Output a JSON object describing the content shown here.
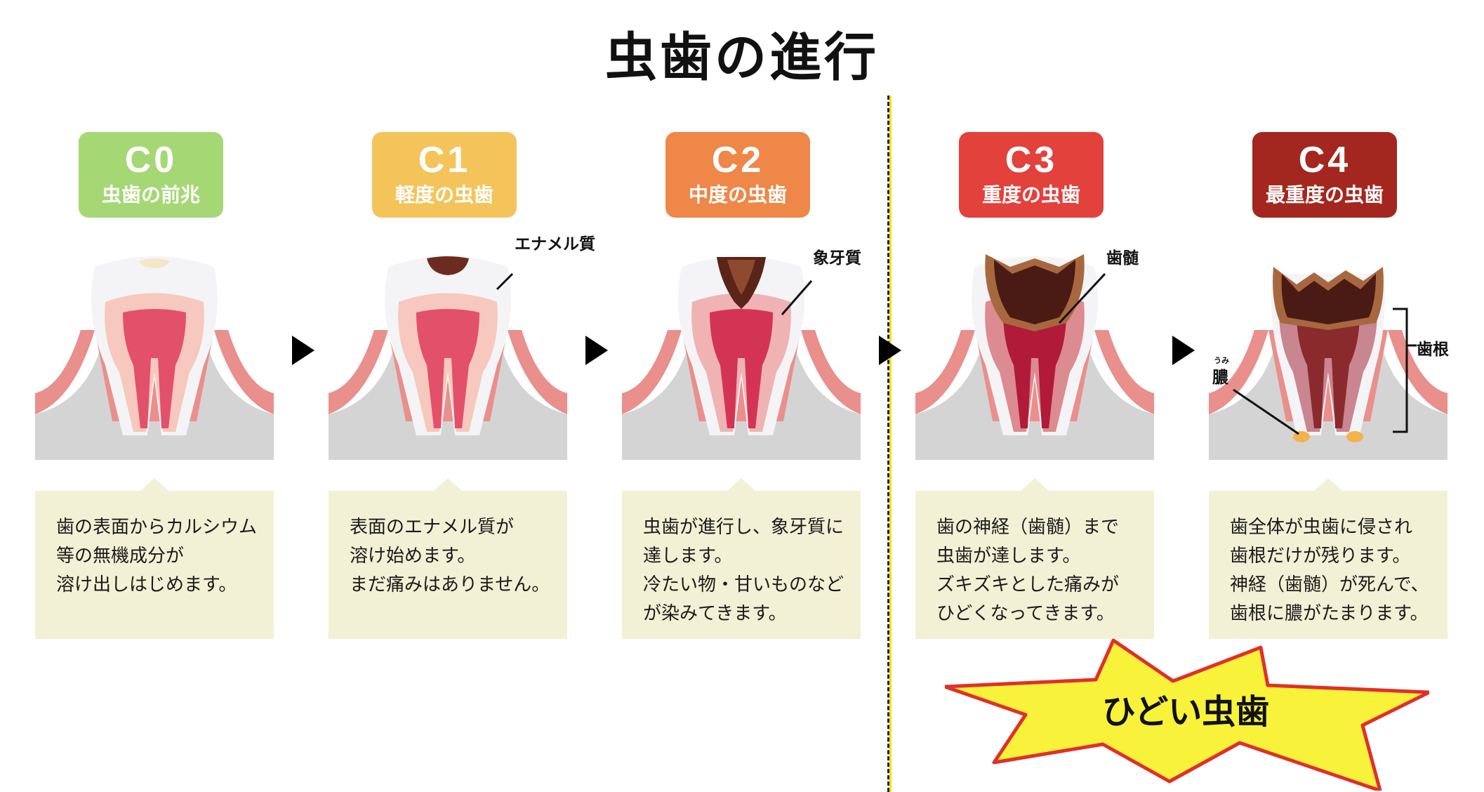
{
  "title": "虫歯の進行",
  "stages": [
    {
      "code": "C0",
      "name": "虫歯の前兆",
      "color": "#a5d875",
      "lines": [
        "歯の表面からカルシウム",
        "等の無機成分が",
        "溶け出しはじめます。"
      ]
    },
    {
      "code": "C1",
      "name": "軽度の虫歯",
      "color": "#f4c45b",
      "lines": [
        "表面のエナメル質が",
        "溶け始めます。",
        "まだ痛みはありません。"
      ]
    },
    {
      "code": "C2",
      "name": "中度の虫歯",
      "color": "#ee8747",
      "lines": [
        "虫歯が進行し、象牙質に",
        "達します。",
        "冷たい物・甘いものなど",
        "が染みてきます。"
      ]
    },
    {
      "code": "C3",
      "name": "重度の虫歯",
      "color": "#e2413c",
      "lines": [
        "歯の神経（歯髄）まで",
        "虫歯が達します。",
        "ズキズキとした痛みが",
        "ひどくなってきます。"
      ]
    },
    {
      "code": "C4",
      "name": "最重度の虫歯",
      "color": "#a3271f",
      "lines": [
        "歯全体が虫歯に侵され",
        "歯根だけが残ります。",
        "神経（歯髄）が死んで、",
        "歯根に膿がたまります。"
      ]
    }
  ],
  "labels": {
    "enamel": "エナメル質",
    "dentin": "象牙質",
    "pulp": "歯髄",
    "root": "歯根",
    "pus": "膿",
    "pus_ruby": "うみ"
  },
  "callout": "ひどい虫歯"
}
